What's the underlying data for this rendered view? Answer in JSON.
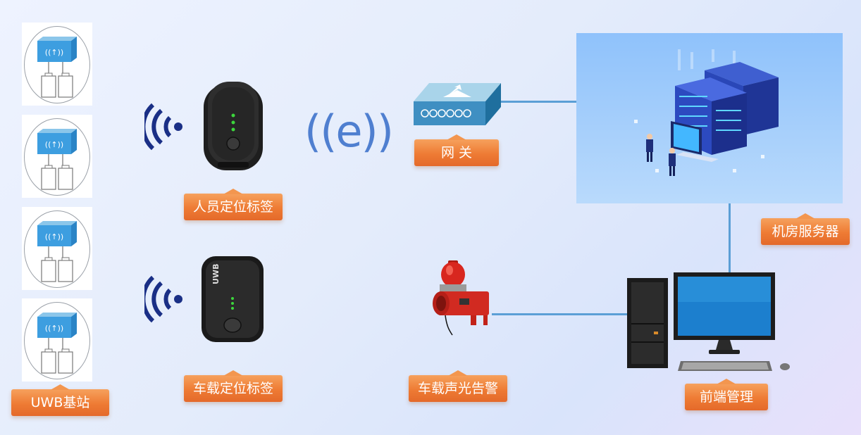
{
  "labels": {
    "uwb_station": "UWB基站",
    "personnel_tag": "人员定位标签",
    "vehicle_tag": "车载定位标签",
    "gateway": "网 关",
    "alarm": "车载声光告警",
    "server_room": "机房服务器",
    "frontend": "前端管理"
  },
  "symbols": {
    "wireless": "((e))",
    "device_brand": "UWB"
  },
  "icons": {
    "base_station": "uwb-base-station-icon",
    "signal": "wifi-signal-icon",
    "personnel_tag": "personnel-tag-icon",
    "vehicle_tag": "vehicle-tag-icon",
    "gateway": "gateway-router-icon",
    "alarm": "alarm-siren-icon",
    "server": "server-rack-icon",
    "computer": "desktop-computer-icon"
  },
  "colors": {
    "label_orange": "#ee7b34",
    "link_blue": "#5b9fd6",
    "signal_navy": "#1a2f86",
    "wireless_blue": "#4f7fd0"
  }
}
